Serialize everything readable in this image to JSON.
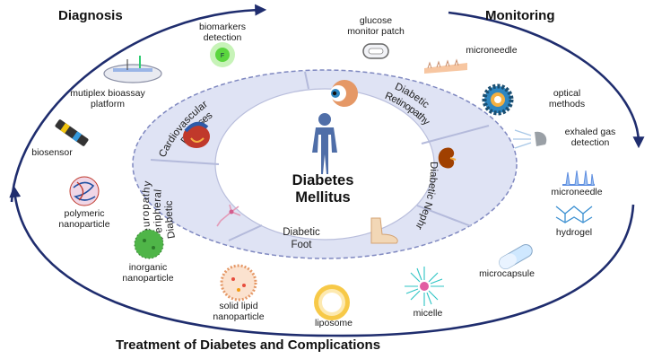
{
  "titles": {
    "diagnosis": "Diagnosis",
    "monitoring": "Monitoring",
    "treatment": "Treatment of Diabetes and Complications"
  },
  "center_label": [
    "Diabetes",
    "Mellitus"
  ],
  "complications": {
    "cardiovascular": [
      "Cardiovascular",
      "Diseases"
    ],
    "retinopathy": [
      "Diabetic",
      "Retinopathy"
    ],
    "nephropathy": [
      "Diabetic",
      "Nephropathy"
    ],
    "foot": [
      "Diabetic",
      "Foot"
    ],
    "neuropathy": [
      "Diabetic",
      "Peripheral",
      "Neuropathy"
    ]
  },
  "diagnosis_items": [
    {
      "label": "biomarkers\ndetection",
      "icon": "biomarker-detection-icon"
    },
    {
      "label": "mutiplex bioassay\nplatform",
      "icon": "multiplex-platform-icon"
    },
    {
      "label": "biosensor",
      "icon": "biosensor-icon"
    }
  ],
  "monitoring_items": [
    {
      "label": "glucose\nmonitor patch",
      "icon": "glucose-patch-icon"
    },
    {
      "label": "microneedle",
      "icon": "microneedle-patch-icon"
    },
    {
      "label": "optical\nmethods",
      "icon": "optical-methods-icon"
    },
    {
      "label": "exhaled gas\ndetection",
      "icon": "exhaled-gas-icon"
    }
  ],
  "treatment_items": [
    {
      "label": "microneedle",
      "icon": "microneedle-array-icon"
    },
    {
      "label": "hydrogel",
      "icon": "hydrogel-icon"
    },
    {
      "label": "microcapsule",
      "icon": "microcapsule-icon"
    },
    {
      "label": "micelle",
      "icon": "micelle-icon"
    },
    {
      "label": "liposome",
      "icon": "liposome-icon"
    },
    {
      "label": "solid lipid\nnanoparticle",
      "icon": "solid-lipid-nanoparticle-icon"
    },
    {
      "label": "inorganic\nnanoparticle",
      "icon": "inorganic-nanoparticle-icon"
    },
    {
      "label": "polymeric\nnanoparticle",
      "icon": "polymeric-nanoparticle-icon"
    }
  ],
  "colors": {
    "arrow": "#1f2d6e",
    "ring_fill": "#dfe3f4",
    "ring_border": "#7f88c0",
    "center_fill": "#ffffff",
    "human": "#4f6ea8"
  }
}
